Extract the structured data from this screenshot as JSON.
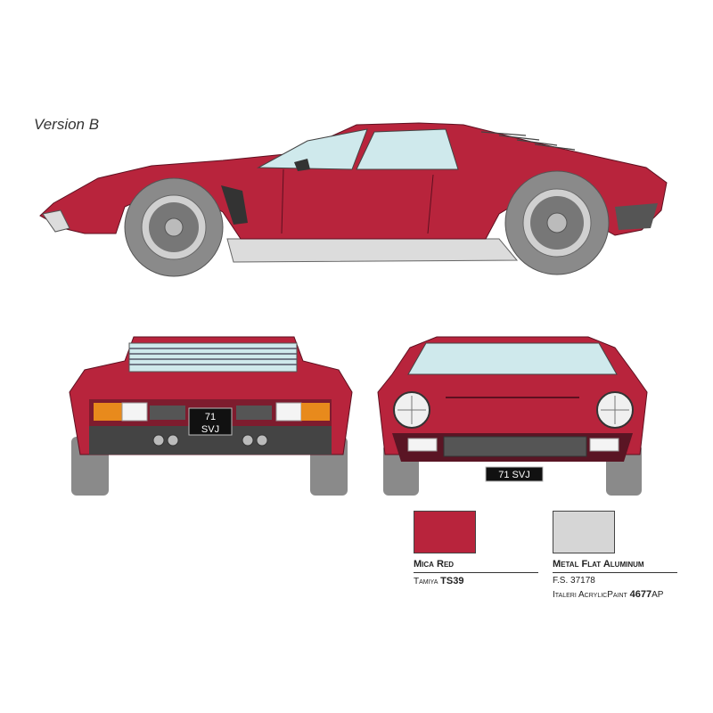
{
  "version_label": "Version B",
  "colors": {
    "body": "#b8243c",
    "body_dark": "#8f1a2d",
    "aluminum": "#dcdcdc",
    "glass": "#cfe9ec",
    "tyre": "#8a8a8a",
    "trim": "#333333"
  },
  "plates": {
    "rear_line1": "71",
    "rear_line2": "SVJ",
    "front": "71 SVJ"
  },
  "paints": [
    {
      "name": "Mica Red",
      "fs": "",
      "brand": "Tamiya",
      "code": "TS39",
      "code_suffix": "",
      "color": "#b8243c"
    },
    {
      "name": "Metal Flat Aluminum",
      "fs": "F.S. 37178",
      "brand": "Italeri AcrylicPaint",
      "code": "4677",
      "code_suffix": "AP",
      "color": "#d6d6d6"
    }
  ],
  "icons": [
    "car-side-view",
    "car-rear-view",
    "car-front-view"
  ]
}
